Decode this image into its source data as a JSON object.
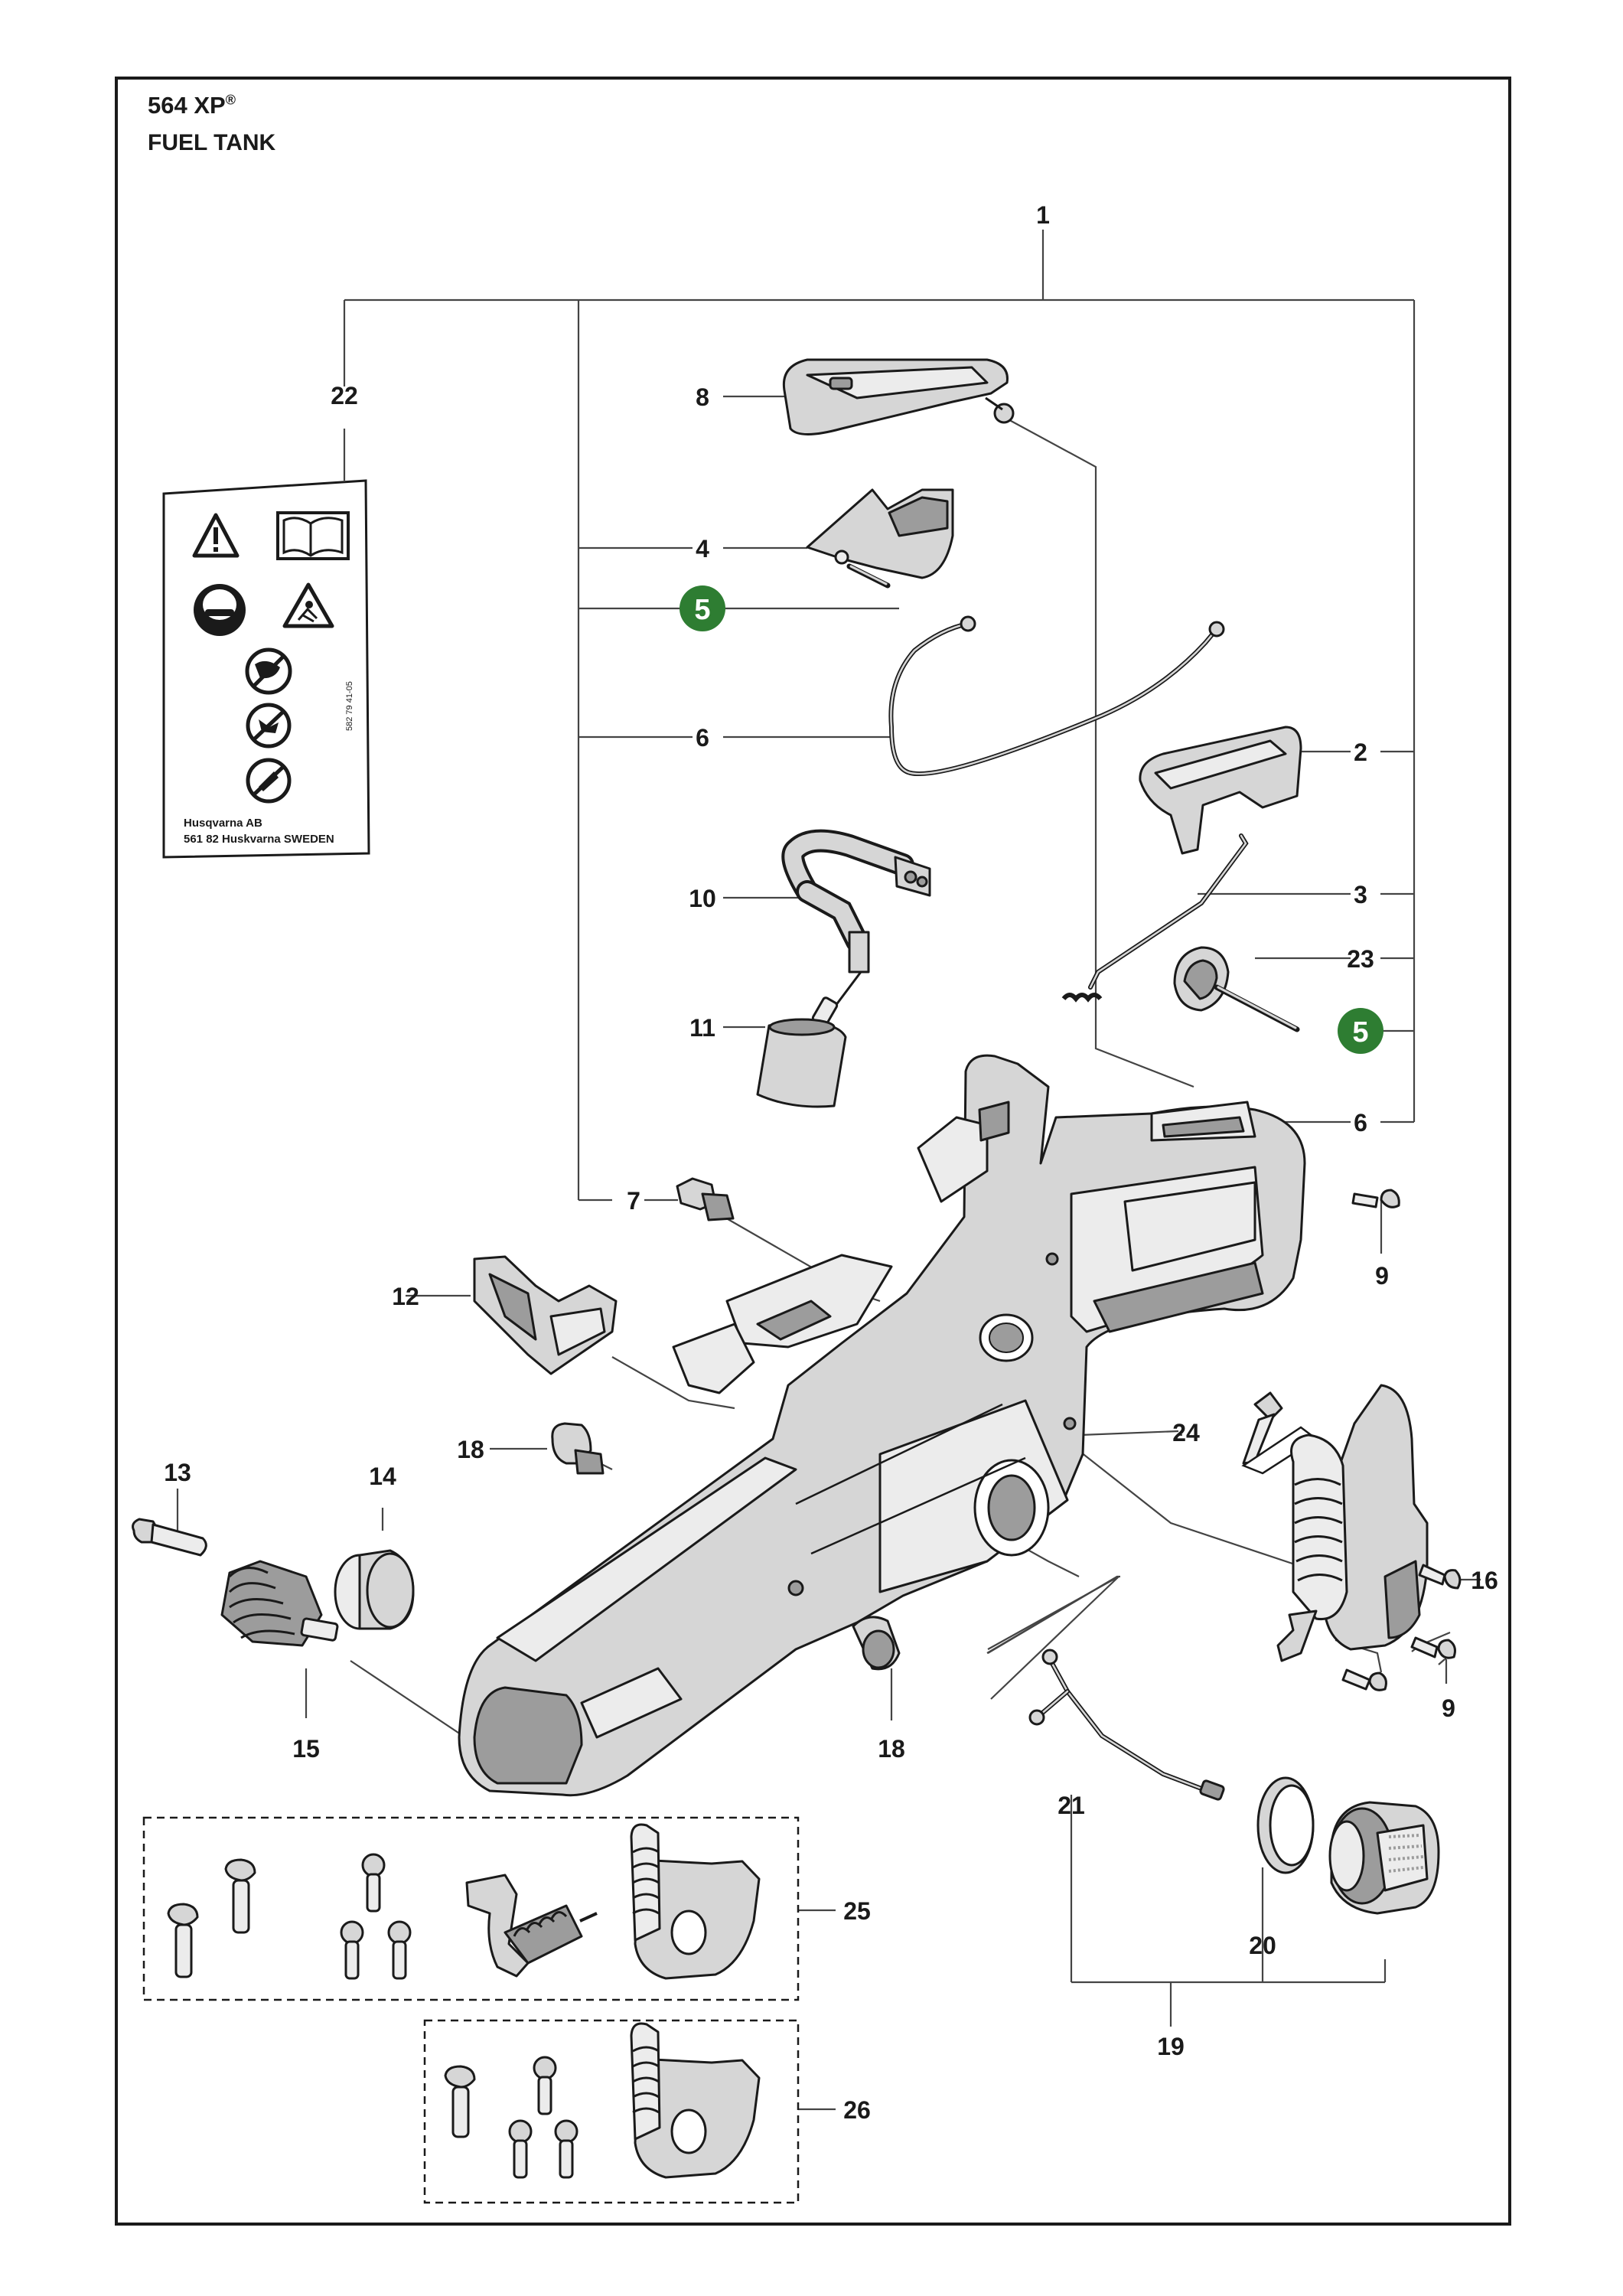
{
  "header": {
    "model": "564 XP",
    "trademark": "®",
    "section": "FUEL TANK"
  },
  "callouts": {
    "c1": "1",
    "c2": "2",
    "c3": "3",
    "c4": "4",
    "c5a": "5",
    "c5b": "5",
    "c6a": "6",
    "c6b": "6",
    "c7": "7",
    "c8": "8",
    "c9a": "9",
    "c9b": "9",
    "c10": "10",
    "c11": "11",
    "c12": "12",
    "c13": "13",
    "c14": "14",
    "c15": "15",
    "c16": "16",
    "c18a": "18",
    "c18b": "18",
    "c19": "19",
    "c20": "20",
    "c21": "21",
    "c22": "22",
    "c23": "23",
    "c24": "24",
    "c25": "25",
    "c26": "26"
  },
  "label_decal": {
    "company": "Husqvarna AB",
    "address": "561 82 Huskvarna SWEDEN",
    "part_code": "582 79 41-05"
  },
  "colors": {
    "badge": "#2e7d32",
    "ink": "#1a1a1a",
    "part_fill": "#d6d6d6"
  }
}
